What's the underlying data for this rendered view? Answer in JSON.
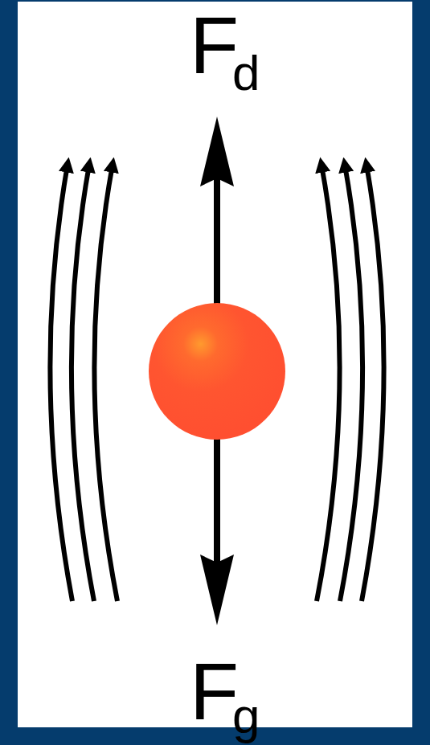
{
  "diagram": {
    "labels": [
      "F",
      "d",
      "F",
      "g"
    ]
  }
}
